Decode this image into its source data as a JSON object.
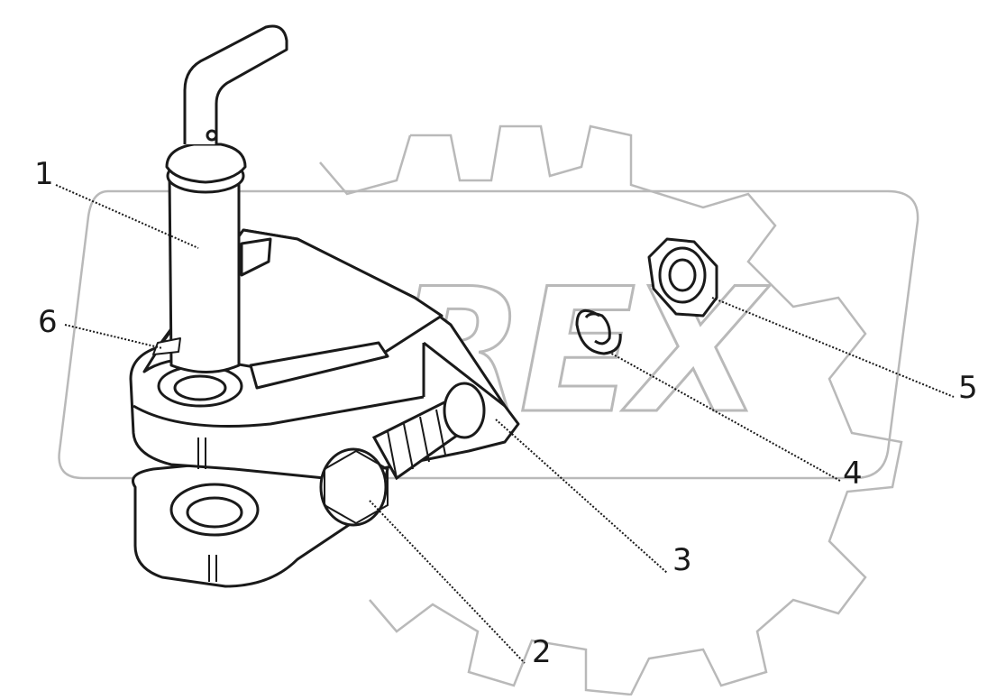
{
  "watermark": {
    "text": "OREX"
  },
  "callouts": [
    {
      "label": "1"
    },
    {
      "label": "2"
    },
    {
      "label": "3"
    },
    {
      "label": "4"
    },
    {
      "label": "5"
    },
    {
      "label": "6"
    }
  ],
  "colors": {
    "ink": "#1a1a1a",
    "watermark": "#b9b9b9",
    "background": "#ffffff"
  }
}
